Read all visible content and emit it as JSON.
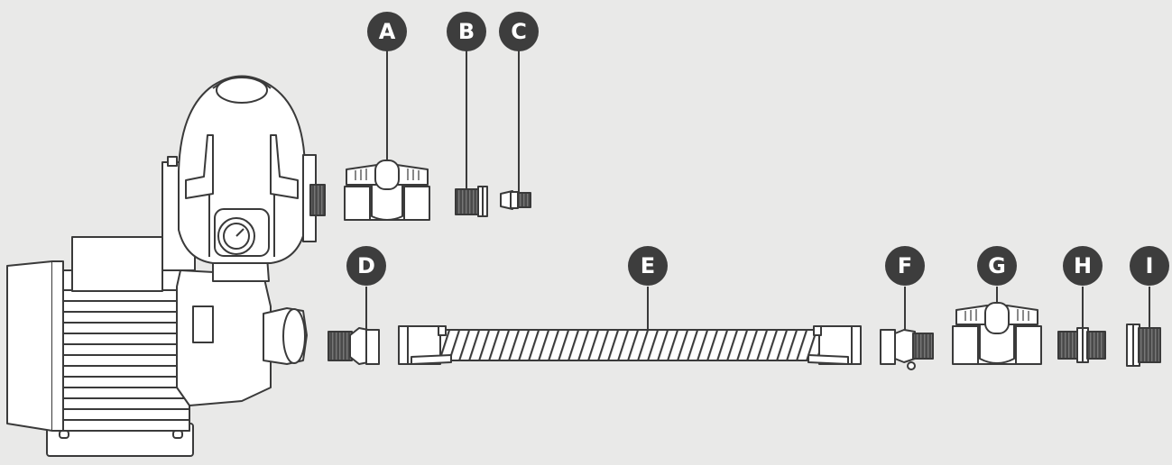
{
  "parts": [
    {
      "id": "A",
      "label": "A",
      "name": "ball-valve-small"
    },
    {
      "id": "B",
      "label": "B",
      "name": "threaded-adapter-small"
    },
    {
      "id": "C",
      "label": "C",
      "name": "hose-barb-fitting"
    },
    {
      "id": "D",
      "label": "D",
      "name": "camlock-coupler-inlet"
    },
    {
      "id": "E",
      "label": "E",
      "name": "flexible-hose"
    },
    {
      "id": "F",
      "label": "F",
      "name": "camlock-coupler-outlet"
    },
    {
      "id": "G",
      "label": "G",
      "name": "ball-valve-large"
    },
    {
      "id": "H",
      "label": "H",
      "name": "hex-nipple"
    },
    {
      "id": "I",
      "label": "I",
      "name": "threaded-reducer"
    }
  ],
  "colors": {
    "background": "#e9e9e8",
    "badge": "#3d3d3d",
    "line": "#3a3a3a",
    "fill": "#ffffff",
    "thread": "#4a4a4a"
  }
}
